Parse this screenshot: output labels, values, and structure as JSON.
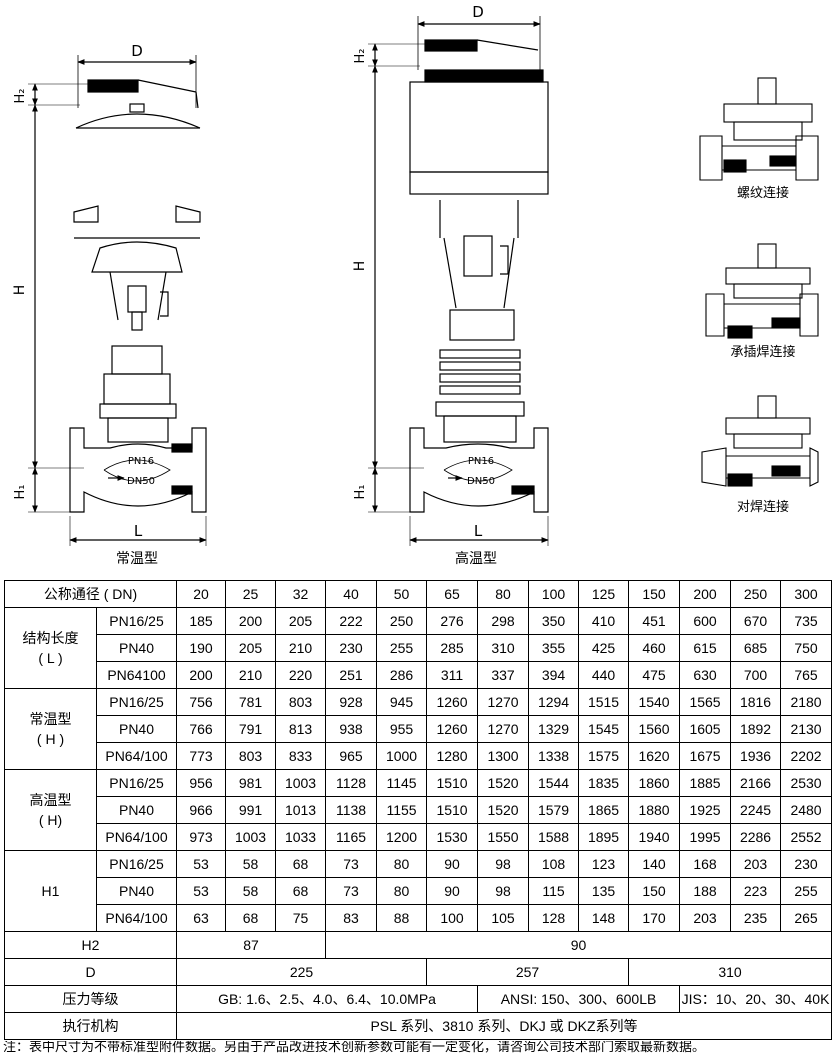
{
  "dims": {
    "D": "D",
    "H": "H",
    "H1": "H₁",
    "H2": "H₂",
    "L": "L"
  },
  "valve": {
    "pn": "PN16",
    "dn": "DN50"
  },
  "captions": {
    "normal": "常温型",
    "high": "高温型",
    "threaded": "螺纹连接",
    "socket": "承插焊连接",
    "butt": "对焊连接"
  },
  "table": {
    "head_label": "公称通径 ( DN)",
    "dn": [
      "20",
      "25",
      "32",
      "40",
      "50",
      "65",
      "80",
      "100",
      "125",
      "150",
      "200",
      "250",
      "300"
    ],
    "groups": [
      {
        "label": [
          "结构长度",
          "( L )"
        ],
        "rows": [
          {
            "sub": "PN16/25",
            "vals": [
              "185",
              "200",
              "205",
              "222",
              "250",
              "276",
              "298",
              "350",
              "410",
              "451",
              "600",
              "670",
              "735"
            ]
          },
          {
            "sub": "PN40",
            "vals": [
              "190",
              "205",
              "210",
              "230",
              "255",
              "285",
              "310",
              "355",
              "425",
              "460",
              "615",
              "685",
              "750"
            ]
          },
          {
            "sub": "PN64100",
            "vals": [
              "200",
              "210",
              "220",
              "251",
              "286",
              "311",
              "337",
              "394",
              "440",
              "475",
              "630",
              "700",
              "765"
            ]
          }
        ]
      },
      {
        "label": [
          "常温型",
          "( H )"
        ],
        "rows": [
          {
            "sub": "PN16/25",
            "vals": [
              "756",
              "781",
              "803",
              "928",
              "945",
              "1260",
              "1270",
              "1294",
              "1515",
              "1540",
              "1565",
              "1816",
              "2180"
            ]
          },
          {
            "sub": "PN40",
            "vals": [
              "766",
              "791",
              "813",
              "938",
              "955",
              "1260",
              "1270",
              "1329",
              "1545",
              "1560",
              "1605",
              "1892",
              "2130"
            ]
          },
          {
            "sub": "PN64/100",
            "vals": [
              "773",
              "803",
              "833",
              "965",
              "1000",
              "1280",
              "1300",
              "1338",
              "1575",
              "1620",
              "1675",
              "1936",
              "2202"
            ]
          }
        ]
      },
      {
        "label": [
          "高温型",
          "( H)"
        ],
        "rows": [
          {
            "sub": "PN16/25",
            "vals": [
              "956",
              "981",
              "1003",
              "1128",
              "1145",
              "1510",
              "1520",
              "1544",
              "1835",
              "1860",
              "1885",
              "2166",
              "2530"
            ]
          },
          {
            "sub": "PN40",
            "vals": [
              "966",
              "991",
              "1013",
              "1138",
              "1155",
              "1510",
              "1520",
              "1579",
              "1865",
              "1880",
              "1925",
              "2245",
              "2480"
            ]
          },
          {
            "sub": "PN64/100",
            "vals": [
              "973",
              "1003",
              "1033",
              "1165",
              "1200",
              "1530",
              "1550",
              "1588",
              "1895",
              "1940",
              "1995",
              "2286",
              "2552"
            ]
          }
        ]
      },
      {
        "label": [
          "H1"
        ],
        "rows": [
          {
            "sub": "PN16/25",
            "vals": [
              "53",
              "58",
              "68",
              "73",
              "80",
              "90",
              "98",
              "108",
              "123",
              "140",
              "168",
              "203",
              "230"
            ]
          },
          {
            "sub": "PN40",
            "vals": [
              "53",
              "58",
              "68",
              "73",
              "80",
              "90",
              "98",
              "115",
              "135",
              "150",
              "188",
              "223",
              "255"
            ]
          },
          {
            "sub": "PN64/100",
            "vals": [
              "63",
              "68",
              "75",
              "83",
              "88",
              "100",
              "105",
              "128",
              "148",
              "170",
              "203",
              "235",
              "265"
            ]
          }
        ]
      }
    ],
    "h2": {
      "label": "H2",
      "a": "87",
      "b": "90"
    },
    "d": {
      "label": "D",
      "a": "225",
      "b": "257",
      "c": "310"
    },
    "pressure": {
      "label": "压力等级",
      "gb": "GB: 1.6、2.5、4.0、6.4、10.0MPa",
      "ansi": "ANSI: 150、300、600LB",
      "jis": "JIS：10、20、30、40K"
    },
    "actuator": {
      "label": "执行机构",
      "value": "PSL 系列、3810 系列、DKJ 或 DKZ系列等"
    }
  },
  "note": "注：表中尺寸为不带标准型附件数据。另由于产品改进技术创新参数可能有一定变化，请咨询公司技术部门索取最新数据。"
}
